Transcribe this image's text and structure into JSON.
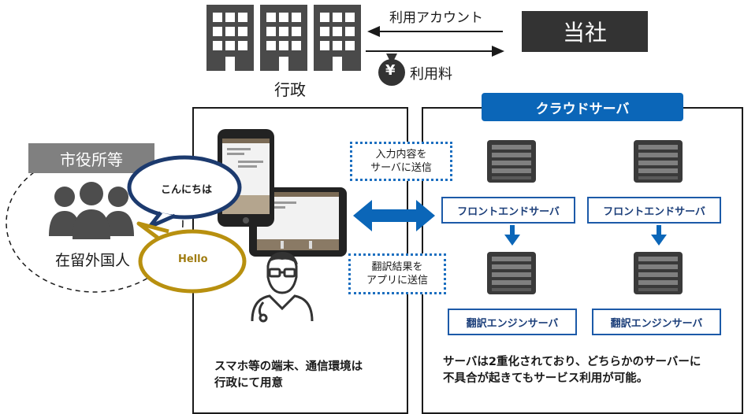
{
  "top": {
    "gov_label": "行政",
    "company_label": "当社",
    "account_label": "利用アカウント",
    "fee_label": "利用料",
    "yen_symbol": "¥"
  },
  "left": {
    "office_label": "市役所等",
    "foreigners_label": "在留外国人"
  },
  "bubbles": {
    "konnichiwa": "こんにちは",
    "hello": "Hello"
  },
  "middle": {
    "send_input_line1": "入力内容を",
    "send_input_line2": "サーバに送信",
    "send_result_line1": "翻訳結果を",
    "send_result_line2": "アプリに送信",
    "caption_line1": "スマホ等の端末、通信環境は",
    "caption_line2": "行政にて用意"
  },
  "cloud": {
    "title": "クラウドサーバ",
    "front_server_left": "フロントエンドサーバ",
    "front_server_right": "フロントエンドサーバ",
    "engine_server_left": "翻訳エンジンサーバ",
    "engine_server_right": "翻訳エンジンサーバ",
    "caption_line1": "サーバは2重化されており、どちらかのサーバーに",
    "caption_line2": "不具合が起きてもサービス利用が可能。"
  },
  "colors": {
    "accent_blue": "#0b66b8",
    "bubble_navy": "#1c3a6e",
    "bubble_gold": "#b8900f",
    "dark_gray": "#333333"
  }
}
